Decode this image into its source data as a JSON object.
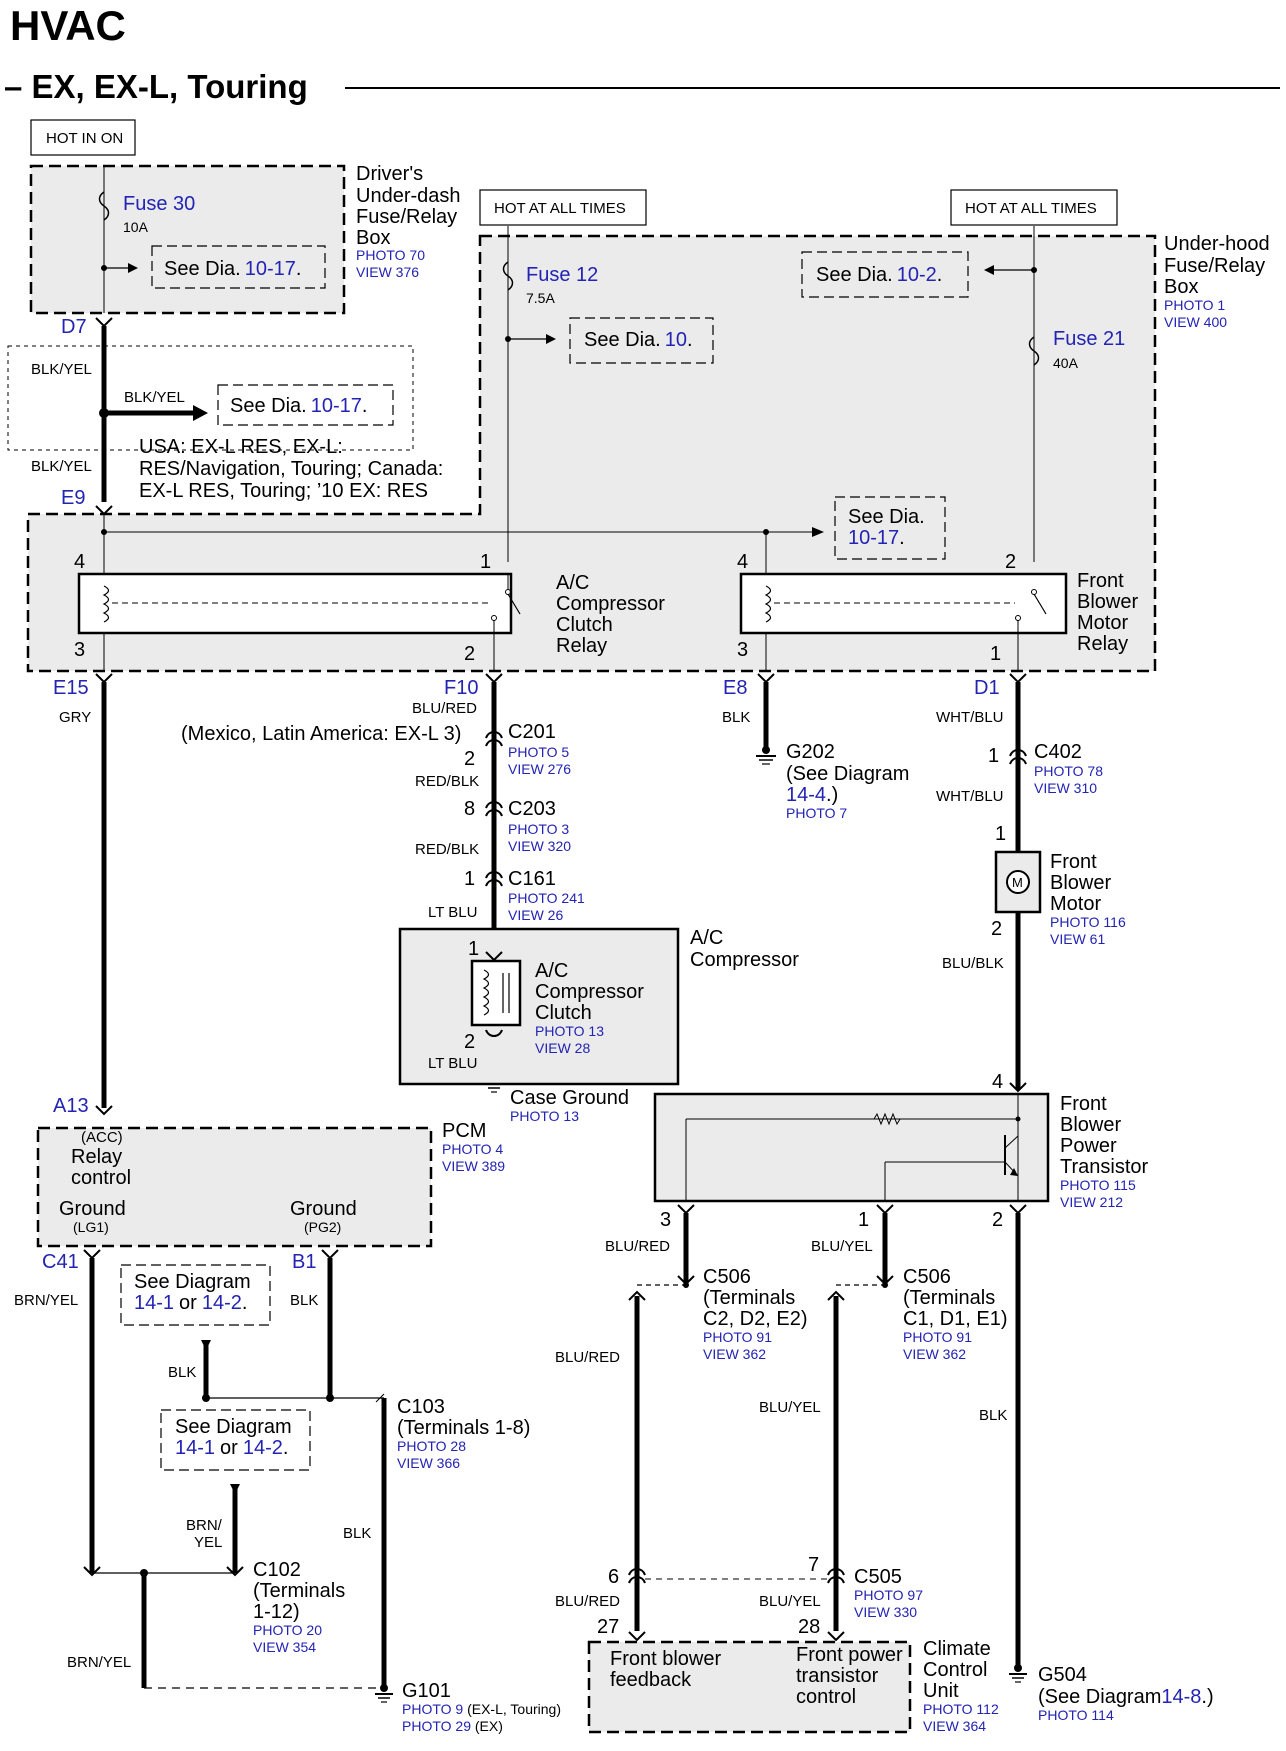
{
  "title": "HVAC",
  "subtitle": "– EX, EX-L, Touring",
  "colors": {
    "link": "#2323b4",
    "box_fill": "#ebebeb",
    "wire": "#000000"
  },
  "labels": {
    "hot_in_on": "HOT IN ON",
    "hot_all_1": "HOT AT ALL TIMES",
    "hot_all_2": "HOT AT ALL TIMES",
    "drv_box_1": "Driver's",
    "drv_box_2": "Under-dash",
    "drv_box_3": "Fuse/Relay",
    "drv_box_4": "Box",
    "drv_photo": "PHOTO 70",
    "drv_view": "VIEW 376",
    "fuse30": "Fuse 30",
    "fuse30_a": "10A",
    "see_a": "See Dia.",
    "see_a_ref": "10-17",
    "see_a_dot": ".",
    "uh_box_1": "Under-hood",
    "uh_box_2": "Fuse/Relay",
    "uh_box_3": "Box",
    "uh_photo": "PHOTO 1",
    "uh_view": "VIEW 400",
    "fuse12": "Fuse 12",
    "fuse12_a": "7.5A",
    "see_b": "See Dia.",
    "see_b_ref": "10",
    "see_b_dot": ".",
    "see_c": "See Dia.",
    "see_c_ref": "10-2",
    "see_c_dot": ".",
    "fuse21": "Fuse 21",
    "fuse21_a": "40A",
    "d7": "D7",
    "w_blkyel_1": "BLK/YEL",
    "w_blkyel_2": "BLK/YEL",
    "see_d": "See Dia.",
    "see_d_ref": "10-17",
    "see_d_dot": ".",
    "w_blkyel_3": "BLK/YEL",
    "usa_1": "USA: EX-L RES, EX-L:",
    "usa_2": "RES/Navigation, Touring; Canada:",
    "usa_3": "EX-L RES, Touring; ’10 EX: RES",
    "e9": "E9",
    "see_e_1": "See Dia.",
    "see_e_ref": "10-17",
    "see_e_dot": ".",
    "pin4a": "4",
    "pin1a": "1",
    "pin3a": "3",
    "pin2a": "2",
    "pin4b": "4",
    "pin2b": "2",
    "pin3b": "3",
    "pin1b": "1",
    "acr_1": "A/C",
    "acr_2": "Compressor",
    "acr_3": "Clutch",
    "acr_4": "Relay",
    "fbr_1": "Front",
    "fbr_2": "Blower",
    "fbr_3": "Motor",
    "fbr_4": "Relay",
    "e15": "E15",
    "gry": "GRY",
    "f10": "F10",
    "blured": "BLU/RED",
    "mexico": "(Mexico, Latin America: EX-L 3)",
    "c201": "C201",
    "c201_pin": "2",
    "c201_photo": "PHOTO 5",
    "c201_view": "VIEW 276",
    "redblk_1": "RED/BLK",
    "c203": "C203",
    "c203_pin": "8",
    "c203_photo": "PHOTO 3",
    "c203_view": "VIEW 320",
    "redblk_2": "RED/BLK",
    "c161": "C161",
    "c161_pin": "1",
    "c161_photo": "PHOTO 241",
    "c161_view": "VIEW 26",
    "ltblu_1": "LT BLU",
    "acc_1": "A/C",
    "acc_2": "Compressor",
    "clutch_1": "A/C",
    "clutch_2": "Compressor",
    "clutch_3": "Clutch",
    "clutch_photo": "PHOTO 13",
    "clutch_view": "VIEW 28",
    "clutch_pin1": "1",
    "clutch_pin2": "2",
    "ltblu_2": "LT BLU",
    "case_ground": "Case Ground",
    "case_photo": "PHOTO 13",
    "e8": "E8",
    "blk_1": "BLK",
    "g202": "G202",
    "g202_2": "(See Diagram",
    "g202_3": "14-4",
    "g202_4": ".)",
    "g202_photo": "PHOTO 7",
    "d1": "D1",
    "whtblu_1": "WHT/BLU",
    "c402": "C402",
    "c402_pin": "1",
    "c402_photo": "PHOTO 78",
    "c402_view": "VIEW 310",
    "whtblu_2": "WHT/BLU",
    "fbm_pin1": "1",
    "fbm_1": "Front",
    "fbm_2": "Blower",
    "fbm_3": "Motor",
    "fbm_photo": "PHOTO 116",
    "fbm_view": "VIEW 61",
    "fbm_pin2": "2",
    "motor_m": "M",
    "blublk": "BLU/BLK",
    "fbpt_pin4": "4",
    "fbpt_1": "Front",
    "fbpt_2": "Blower",
    "fbpt_3": "Power",
    "fbpt_4": "Transistor",
    "fbpt_photo": "PHOTO 115",
    "fbpt_view": "VIEW 212",
    "fbpt_pin3": "3",
    "fbpt_pin1": "1",
    "fbpt_pin2": "2",
    "a13": "A13",
    "pcm_acc": "(ACC)",
    "pcm_relay_1": "Relay",
    "pcm_relay_2": "control",
    "pcm": "PCM",
    "pcm_photo": "PHOTO 4",
    "pcm_view": "VIEW 389",
    "pcm_gnd1": "Ground",
    "pcm_lg1": "(LG1)",
    "pcm_gnd2": "Ground",
    "pcm_pg2": "(PG2)",
    "c41": "C41",
    "b1": "B1",
    "brnyel_1": "BRN/YEL",
    "blk_2": "BLK",
    "see_f_1": "See Diagram",
    "see_f_ref1": "14-1",
    "see_f_or": "or",
    "see_f_ref2": "14-2",
    "see_f_dot": ".",
    "blk_3": "BLK",
    "c103": "C103",
    "c103_2": "(Terminals 1-8)",
    "c103_photo": "PHOTO 28",
    "c103_view": "VIEW 366",
    "see_g_1": "See Diagram",
    "see_g_ref1": "14-1",
    "see_g_or": "or",
    "see_g_ref2": "14-2",
    "see_g_dot": ".",
    "brn_a": "BRN/",
    "yel_a": "YEL",
    "blk_4": "BLK",
    "c102": "C102",
    "c102_2": "(Terminals",
    "c102_3": "1-12)",
    "c102_photo": "PHOTO 20",
    "c102_view": "VIEW 354",
    "brnyel_2": "BRN/YEL",
    "g101": "G101",
    "g101_p1": "PHOTO 9",
    "g101_p1b": " (EX-L, Touring)",
    "g101_p2": "PHOTO 29",
    "g101_p2b": " (EX)",
    "blured_2": "BLU/RED",
    "bluyel_1": "BLU/YEL",
    "c506a": "C506",
    "c506a_2": "(Terminals",
    "c506a_3": "C2, D2, E2)",
    "c506a_photo": "PHOTO 91",
    "c506a_view": "VIEW 362",
    "c506b": "C506",
    "c506b_2": "(Terminals",
    "c506b_3": "C1, D1, E1)",
    "c506b_photo": "PHOTO 91",
    "c506b_view": "VIEW 362",
    "blured_3": "BLU/RED",
    "bluyel_2": "BLU/YEL",
    "blk_5": "BLK",
    "c505_pin6": "6",
    "c505_pin7": "7",
    "c505": "C505",
    "c505_photo": "PHOTO 97",
    "c505_view": "VIEW 330",
    "blured_4": "BLU/RED",
    "bluyel_3": "BLU/YEL",
    "ccu_pin27": "27",
    "ccu_pin28": "28",
    "ccu_fb_1": "Front blower",
    "ccu_fb_2": "feedback",
    "ccu_fp_1": "Front power",
    "ccu_fp_2": "transistor",
    "ccu_fp_3": "control",
    "ccu_1": "Climate",
    "ccu_2": "Control",
    "ccu_3": "Unit",
    "ccu_photo": "PHOTO 112",
    "ccu_view": "VIEW 364",
    "g504": "G504",
    "g504_2": "(See Diagram",
    "g504_ref": "14-8",
    "g504_dot": ".)",
    "g504_photo": "PHOTO 114"
  }
}
